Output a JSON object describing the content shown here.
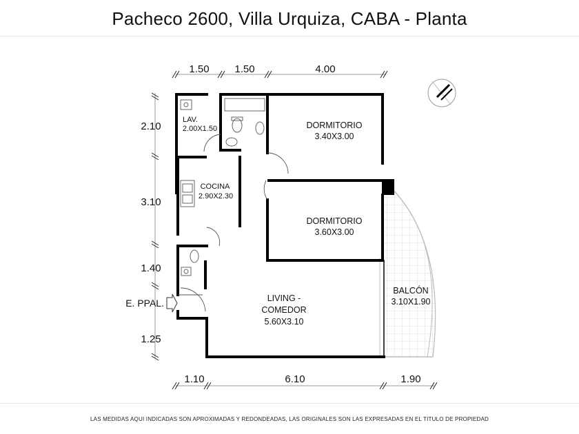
{
  "title": "Pacheco 2600, Villa Urquiza, CABA - Planta",
  "dimensions": {
    "top": [
      "1.50",
      "1.50",
      "4.00"
    ],
    "left": [
      "2.10",
      "3.10",
      "1.40",
      "1.25"
    ],
    "bottom": [
      "1.10",
      "6.10",
      "1.90"
    ]
  },
  "rooms": {
    "lav": {
      "name": "LAV.",
      "size": "2.00X1.50"
    },
    "cocina": {
      "name": "COCINA",
      "size": "2.90X2.30"
    },
    "dormitorio1": {
      "name": "DORMITORIO",
      "size": "3.40X3.00"
    },
    "dormitorio2": {
      "name": "DORMITORIO",
      "size": "3.60X3.00"
    },
    "living": {
      "name_line1": "LIVING -",
      "name_line2": "COMEDOR",
      "size": "5.60X3.10"
    },
    "balcon": {
      "name": "BALCÓN",
      "size": "3.10X1.90"
    }
  },
  "entrance": "E. PPAL.",
  "footer": "LAS MEDIDAS AQUI INDICADAS SON APROXIMADAS Y REDONDEADAS, LAS ORIGINALES SON LAS EXPRESADAS EN EL TITULO DE PROPIEDAD",
  "icons": {
    "north": "north-compass-icon",
    "entry": "entry-arrow-icon"
  }
}
